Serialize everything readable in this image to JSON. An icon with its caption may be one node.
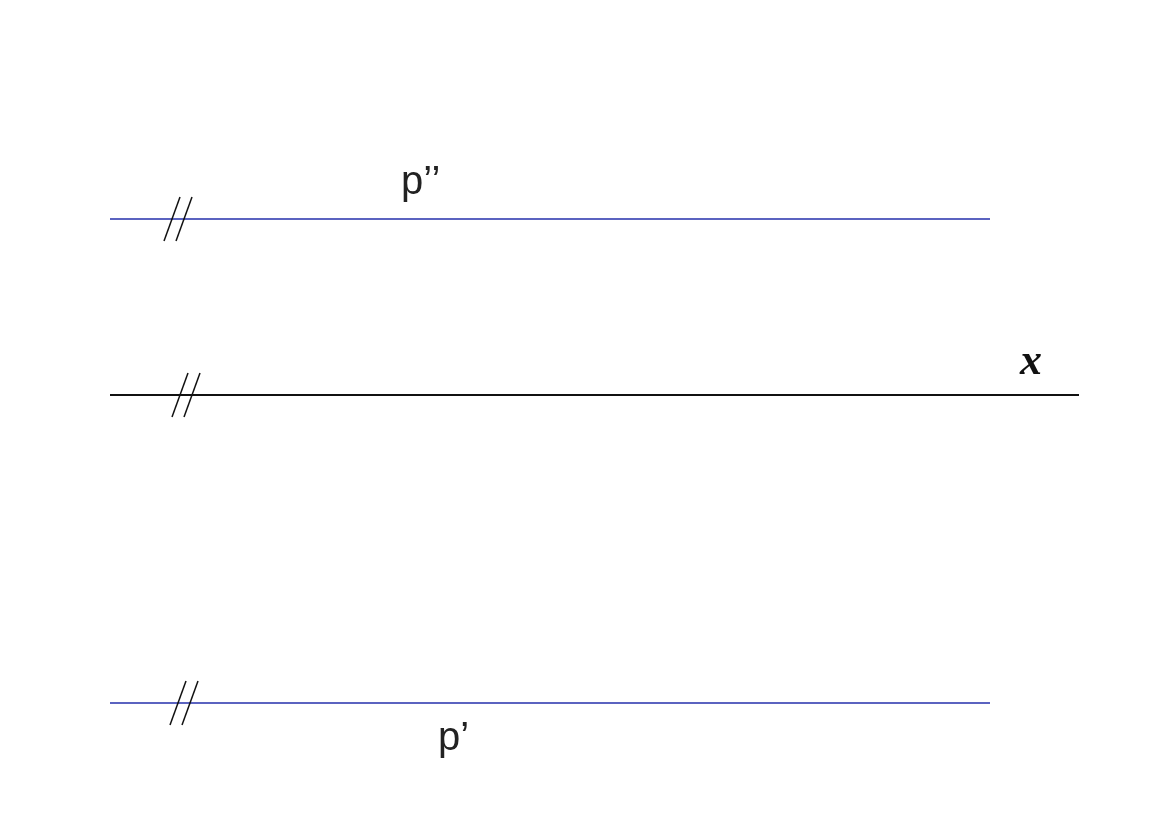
{
  "diagram": {
    "labels": [
      "p’’",
      "x",
      "p’"
    ]
  }
}
